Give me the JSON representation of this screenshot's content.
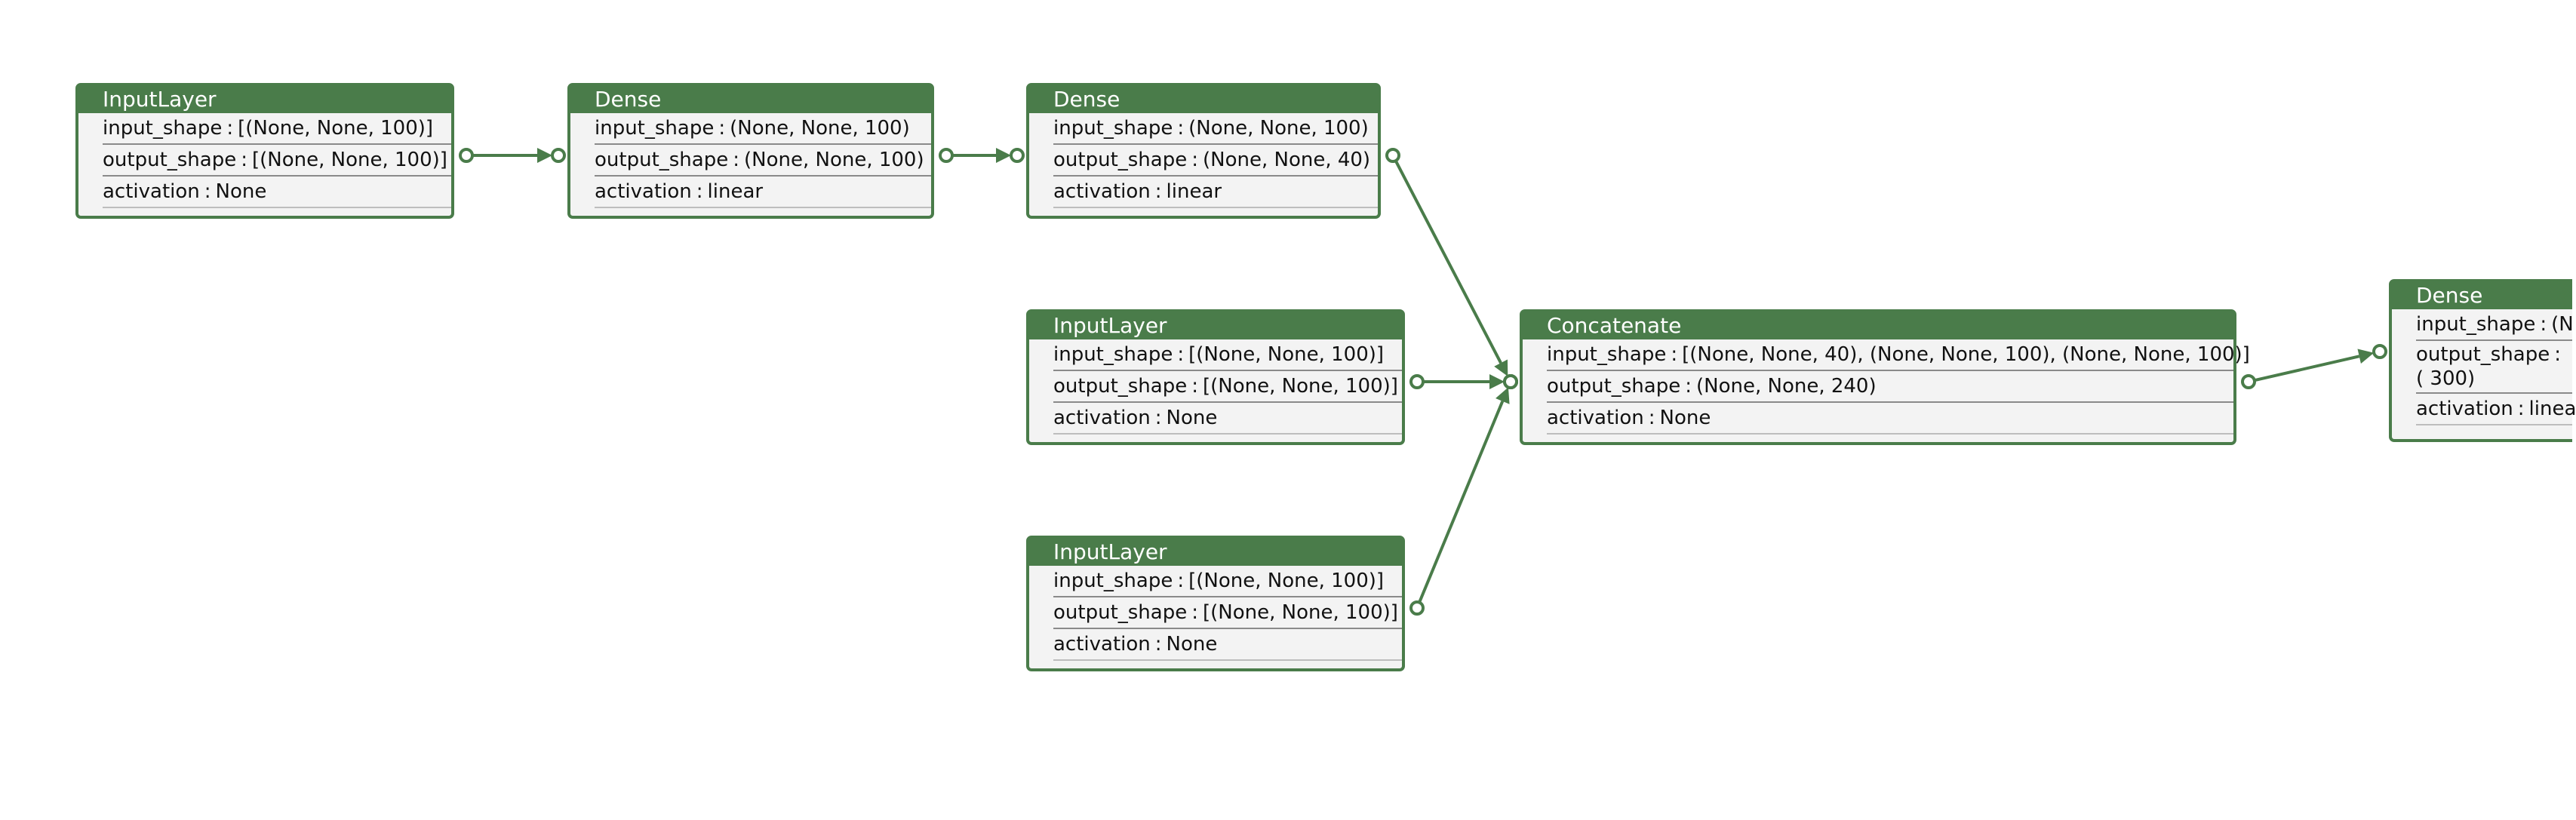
{
  "colors": {
    "node_border": "#4a7c4a",
    "node_header": "#4a7c4a",
    "node_body": "#f3f3f3",
    "edge": "#4a7c4a"
  },
  "keys": {
    "input_shape": "input_shape",
    "output_shape": "output_shape",
    "activation": "activation",
    "separator": ":"
  },
  "nodes": [
    {
      "id": "n0",
      "title": "InputLayer",
      "input_shape": "[(None, None, 100)]",
      "output_shape": "[(None, None, 100)]",
      "activation": "None"
    },
    {
      "id": "n1",
      "title": "Dense",
      "input_shape": "(None, None, 100)",
      "output_shape": "(None, None, 100)",
      "activation": "linear"
    },
    {
      "id": "n2",
      "title": "Dense",
      "input_shape": "(None, None, 100)",
      "output_shape": "(None, None, 40)",
      "activation": "linear"
    },
    {
      "id": "n3",
      "title": "InputLayer",
      "input_shape": "[(None, None, 100)]",
      "output_shape": "[(None, None, 100)]",
      "activation": "None"
    },
    {
      "id": "n4",
      "title": "InputLayer",
      "input_shape": "[(None, None, 100)]",
      "output_shape": "[(None, None, 100)]",
      "activation": "None"
    },
    {
      "id": "n5",
      "title": "Concatenate",
      "input_shape": "[(None, None, 40), (None, None, 100), (None, None, 100)]",
      "output_shape": "(None, None, 240)",
      "activation": "None"
    },
    {
      "id": "n6",
      "title": "Dense",
      "input_shape": "(N",
      "output_shape": "( 300)",
      "activation": "linea"
    }
  ],
  "edges": [
    {
      "from": "n0",
      "to": "n1"
    },
    {
      "from": "n1",
      "to": "n2"
    },
    {
      "from": "n2",
      "to": "n5"
    },
    {
      "from": "n3",
      "to": "n5"
    },
    {
      "from": "n4",
      "to": "n5"
    },
    {
      "from": "n5",
      "to": "n6"
    }
  ]
}
